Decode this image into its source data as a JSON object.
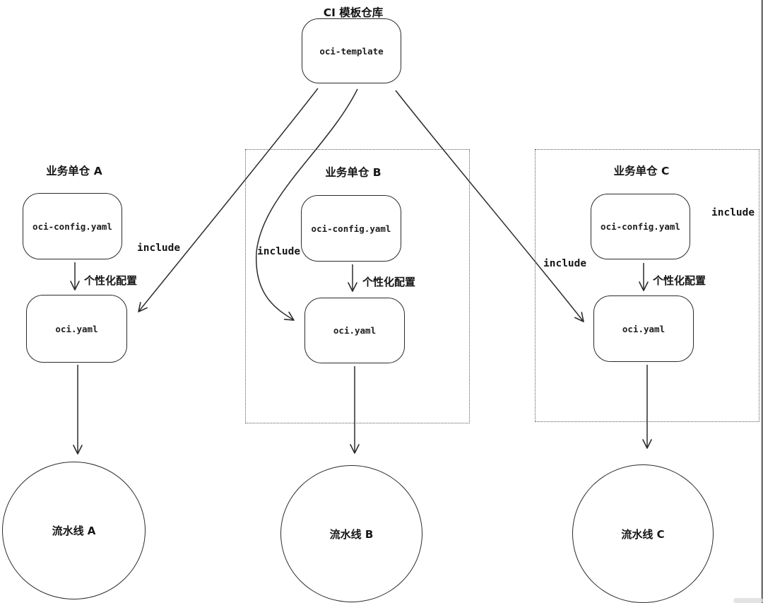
{
  "diagram_title": "CI 模板仓库",
  "template_repo": {
    "name": "oci-template"
  },
  "columns": [
    {
      "group_label": "业务单仓 A",
      "config_file": "oci-config.yaml",
      "transform_label": "个性化配置",
      "output_file": "oci.yaml",
      "pipeline_label": "流水线 A",
      "include_label": "include"
    },
    {
      "group_label": "业务单仓 B",
      "config_file": "oci-config.yaml",
      "transform_label": "个性化配置",
      "output_file": "oci.yaml",
      "pipeline_label": "流水线 B",
      "include_label": "include"
    },
    {
      "group_label": "业务单仓 C",
      "config_file": "oci-config.yaml",
      "transform_label": "个性化配置",
      "output_file": "oci.yaml",
      "pipeline_label": "流水线 C",
      "include_label": "include",
      "include_label_outer": "include"
    }
  ]
}
